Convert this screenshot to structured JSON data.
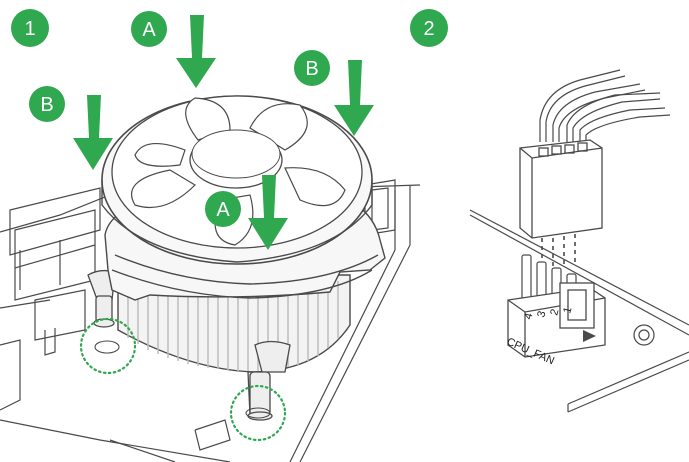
{
  "colors": {
    "accent_green": "#2fa84f",
    "line": "#4a4a4a",
    "metal_fill": "#eeeeee",
    "heatsink_stripe": "#cfcfcf",
    "dotted_circle": "#2fa84f"
  },
  "steps": [
    {
      "label": "1"
    },
    {
      "label": "2"
    }
  ],
  "callouts": {
    "a_top": "A",
    "a_center": "A",
    "b_left": "B",
    "b_right": "B"
  },
  "connector": {
    "name": "CPU_FAN",
    "pins": [
      "4",
      "3",
      "2",
      "1"
    ]
  },
  "icons": {
    "arrows": "down-arrow-icon",
    "mount_hole": "mount-hole-icon"
  }
}
